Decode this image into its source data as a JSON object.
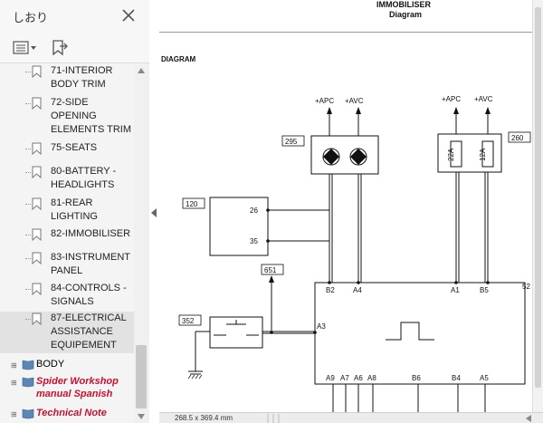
{
  "sidebar": {
    "title": "しおり",
    "items": [
      {
        "label": "71-INTERIOR BODY TRIM"
      },
      {
        "label": "72-SIDE OPENING ELEMENTS TRIM"
      },
      {
        "label": "75-SEATS"
      },
      {
        "label": "80-BATTERY - HEADLIGHTS"
      },
      {
        "label": "81-REAR LIGHTING"
      },
      {
        "label": "82-IMMOBILISER"
      },
      {
        "label": "83-INSTRUMENT PANEL"
      },
      {
        "label": "84-CONTROLS - SIGNALS"
      },
      {
        "label": "87-ELECTRICAL ASSISTANCE EQUIPEMENT"
      }
    ],
    "top_items": [
      {
        "label": "BODY"
      },
      {
        "label": "Spider Workshop manual Spanish"
      },
      {
        "label": "Technical Note"
      }
    ]
  },
  "document": {
    "title": "IMMOBILISER",
    "subtitle": "Diagram",
    "section": "DIAGRAM",
    "labels": {
      "c295": "295",
      "c120": "120",
      "c651": "651",
      "c352": "352",
      "c260": "260",
      "c52": "52",
      "apc1": "+APC",
      "avc1": "+AVC",
      "apc2": "+APC",
      "avc2": "+AVC",
      "f22a": "22A",
      "f12a": "12A",
      "p26": "26",
      "p35": "35",
      "pB2": "B2",
      "pA4": "A4",
      "pA1": "A1",
      "pB5": "B5",
      "pA3": "A3",
      "pA9": "A9",
      "pA7": "A7",
      "pA6": "A6",
      "pA8": "A8",
      "pB6": "B6",
      "pB4": "B4",
      "pA5": "A5"
    }
  },
  "status": {
    "page_size": "268.5 x 369.4 mm"
  }
}
